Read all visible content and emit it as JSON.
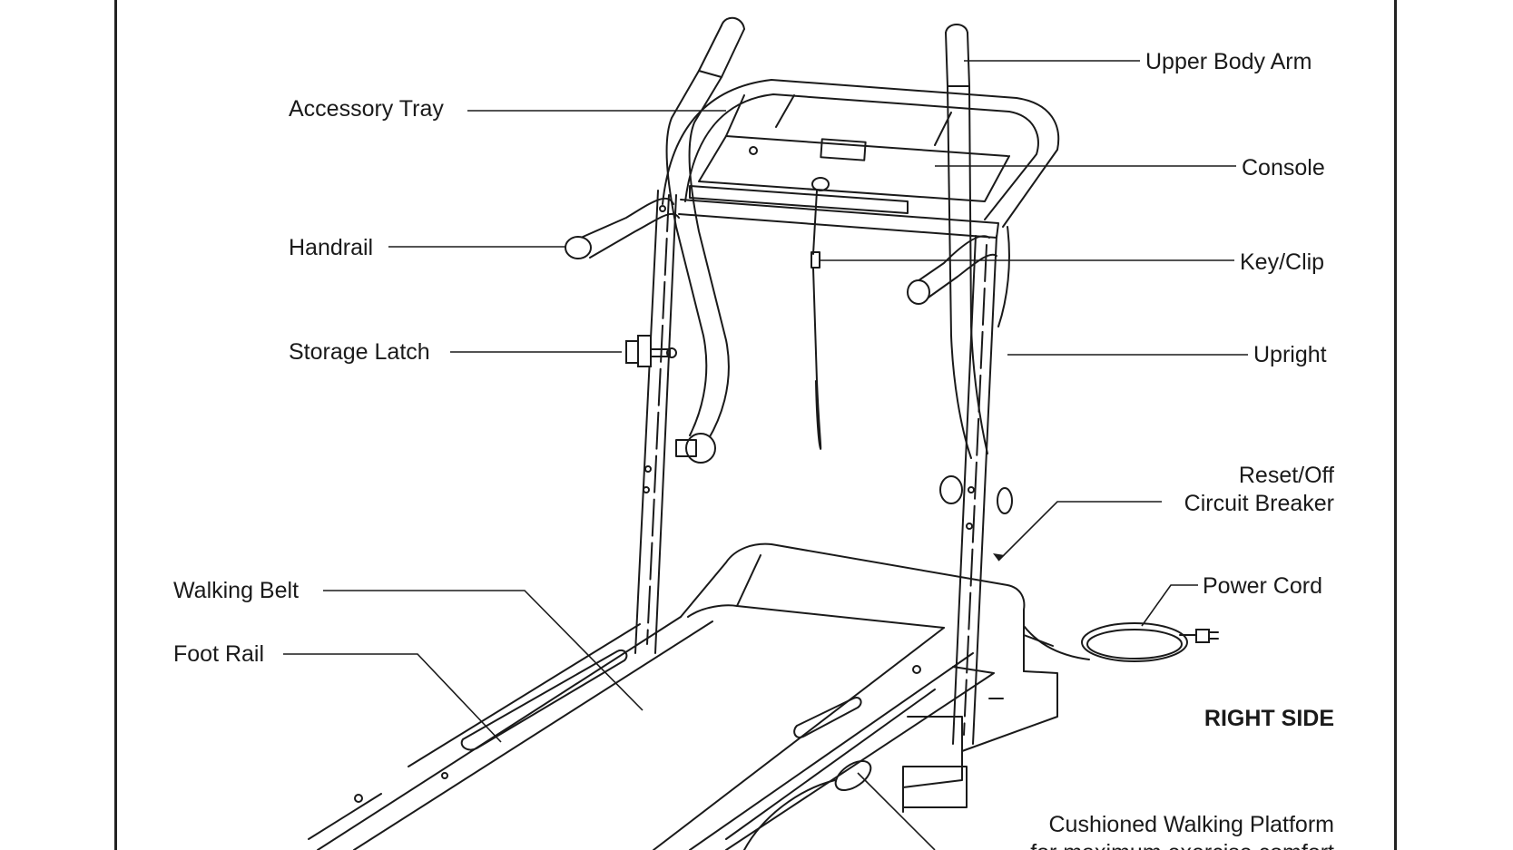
{
  "labels": {
    "upper_body_arm": "Upper Body Arm",
    "accessory_tray": "Accessory Tray",
    "console": "Console",
    "handrail": "Handrail",
    "key_clip": "Key/Clip",
    "storage_latch": "Storage Latch",
    "upright": "Upright",
    "reset_off_line1": "Reset/Off",
    "reset_off_line2": "Circuit Breaker",
    "walking_belt": "Walking Belt",
    "power_cord": "Power Cord",
    "foot_rail": "Foot Rail",
    "right_side": "RIGHT SIDE",
    "cushioned_line1": "Cushioned Walking Platform",
    "cushioned_line2": "for maximum exercise comfort"
  }
}
